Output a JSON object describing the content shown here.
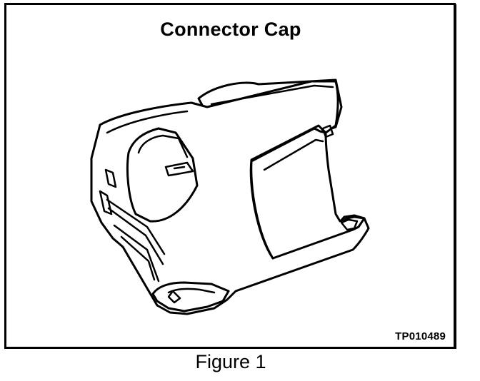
{
  "figure": {
    "title": "Connector Cap",
    "part_number": "TP010489",
    "caption": "Figure 1"
  },
  "illustration": {
    "subject": "connector-cap",
    "line_color": "#000000",
    "fill_color": "#ffffff"
  }
}
